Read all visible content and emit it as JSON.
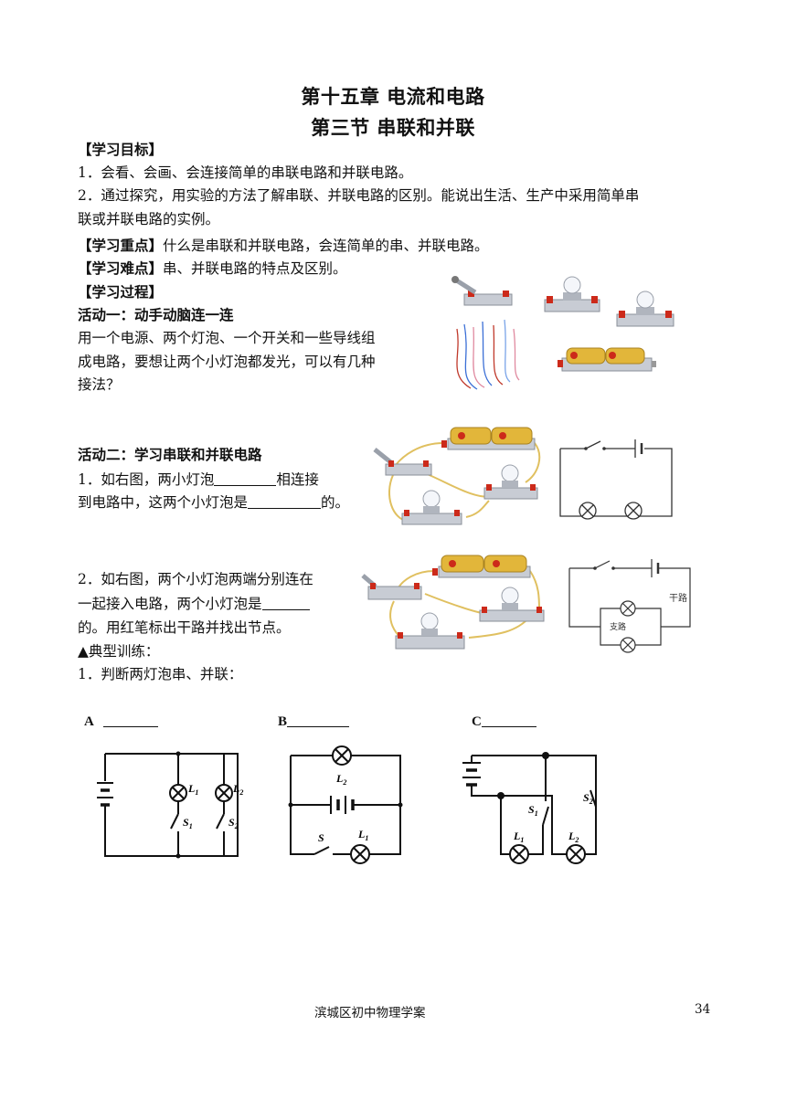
{
  "header": {
    "chapter": "第十五章 电流和电路",
    "section": "第三节 串联和并联"
  },
  "goals": {
    "heading": "【学习目标】",
    "item1": "1．会看、会画、会连接简单的串联电路和并联电路。",
    "item2_line1": "2．通过探究，用实验的方法了解串联、并联电路的区别。能说出生活、生产中采用简单串",
    "item2_line2": "联或并联电路的实例。"
  },
  "key_point": {
    "label": "【学习重点】",
    "text": "什么是串联和并联电路，会连简单的串、并联电路。"
  },
  "difficulty": {
    "label": "【学习难点】",
    "text": "串、并联电路的特点及区别。"
  },
  "process": {
    "heading": "【学习过程】"
  },
  "activity1": {
    "title": "活动一：动手动脑连一连",
    "line1": "用一个电源、两个灯泡、一个开关和一些导线组",
    "line2": "成电路，要想让两个小灯泡都发光，可以有几种",
    "line3": "接法？"
  },
  "activity2": {
    "title": "活动二：学习串联和并联电路",
    "q1_a": "1．如右图，两小灯泡",
    "q1_b": "相连接",
    "q1_c": "到电路中，这两个小灯泡是",
    "q1_d": "的。",
    "q2_line1": "2．如右图，两个小灯泡两端分别连在",
    "q2_line2": "一起接入电路，两个小灯泡是",
    "q2_line3": "的。用红笔标出干路并找出节点。"
  },
  "diagram_labels": {
    "main_path": "干路",
    "branch_path": "支路"
  },
  "practice": {
    "heading": "▲典型训练：",
    "q1": "1．判断两灯泡串、并联：",
    "option_a": "A",
    "option_b": "B",
    "option_c": "C",
    "l1": "L",
    "l1_sub": "1",
    "l2": "L",
    "l2_sub": "2",
    "s1": "S",
    "s1_sub": "1",
    "s2": "S",
    "s2_sub": "2",
    "s": "S"
  },
  "footer": {
    "text": "滨城区初中物理学案",
    "page": "34"
  },
  "colors": {
    "battery": "#e2b63a",
    "terminal": "#cc2a1a",
    "wire": "#e0c060",
    "base": "#c8ccd4"
  }
}
